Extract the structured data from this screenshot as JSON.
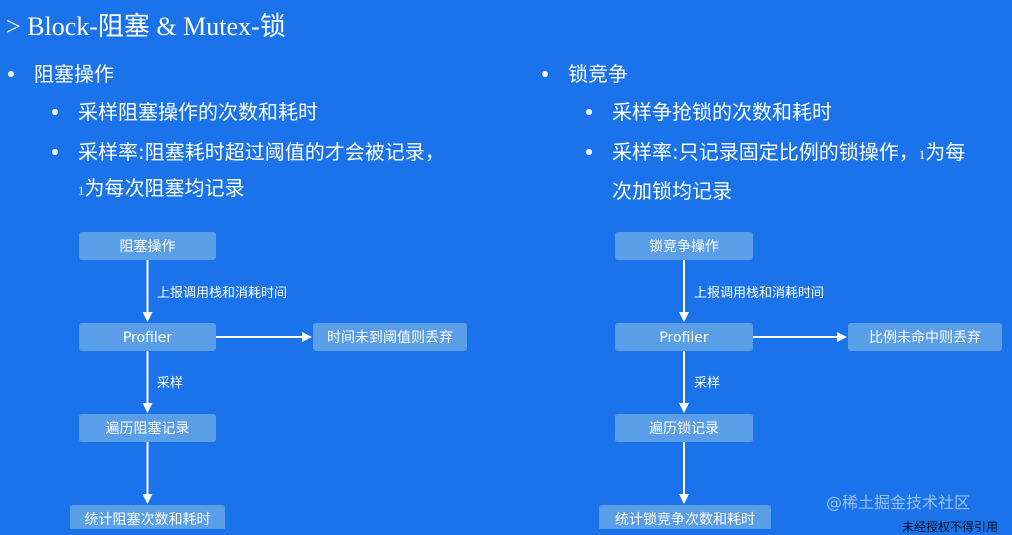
{
  "title": "> Block-阻塞 & Mutex-锁",
  "left": {
    "heading": "阻塞操作",
    "bullets": [
      "采样阻塞操作的次数和耗时",
      "采样率:阻塞耗时超过阈值的才会被记录，"
    ],
    "cont_num": "1",
    "cont_text": "为每次阻塞均记录",
    "nodes": {
      "start": "阻塞操作",
      "profiler": "Profiler",
      "side": "时间未到阈值则丢弃",
      "record": "遍历阻塞记录",
      "stat": "统计阻塞次数和耗时"
    },
    "edges": {
      "report": "上报调用栈和消耗时间",
      "sample": "采样"
    }
  },
  "right": {
    "heading": "锁竞争",
    "bullets": [
      "采样争抢锁的次数和耗时",
      "采样率:只记录固定比例的锁操作，"
    ],
    "cont_num": "1",
    "cont_text": "为每",
    "cont_text2": "次加锁均记录",
    "nodes": {
      "start": "锁竞争操作",
      "profiler": "Profiler",
      "side": "比例未命中则丢弃",
      "record": "遍历锁记录",
      "stat": "统计锁竞争次数和耗时"
    },
    "edges": {
      "report": "上报调用栈和消耗时间",
      "sample": "采样"
    }
  },
  "watermark": "@稀土掘金技术社区",
  "watermark_bottom": "未经授权不得引用"
}
